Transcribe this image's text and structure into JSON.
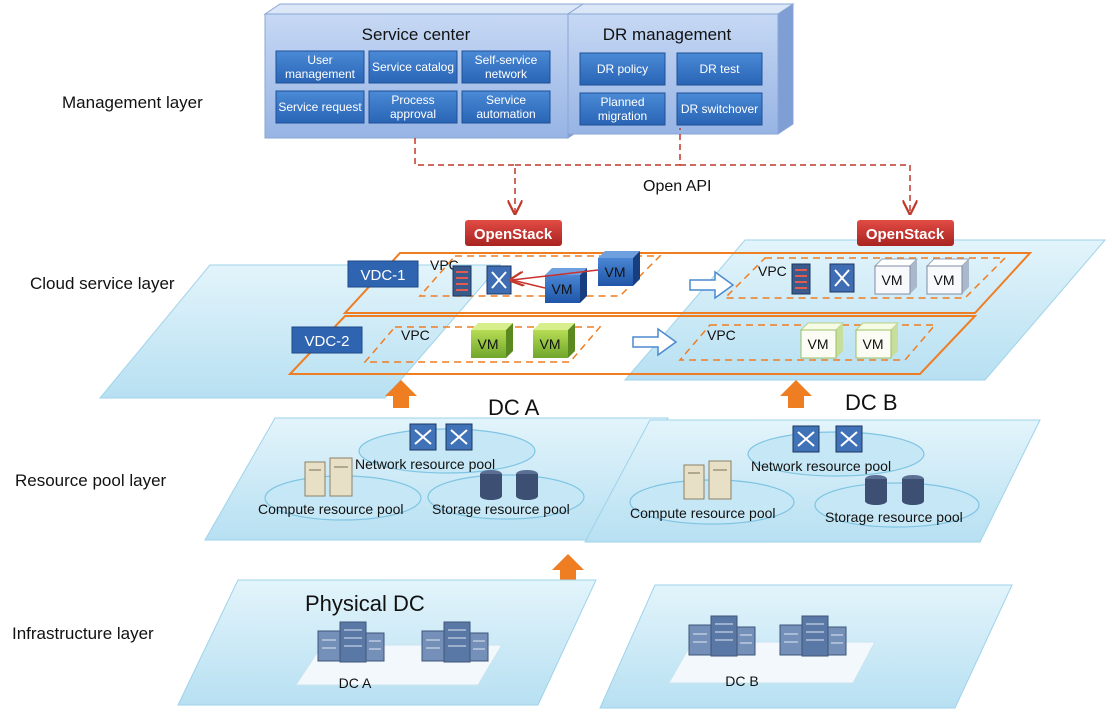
{
  "layers": {
    "management": "Management layer",
    "cloud_service": "Cloud service layer",
    "resource_pool": "Resource pool  layer",
    "infrastructure": "Infrastructure layer"
  },
  "service_center": {
    "title": "Service center",
    "items": [
      {
        "lines": [
          "User",
          "management"
        ]
      },
      {
        "lines": [
          "Service catalog"
        ]
      },
      {
        "lines": [
          "Self-service",
          "network"
        ]
      },
      {
        "lines": [
          "Service request"
        ]
      },
      {
        "lines": [
          "Process",
          "approval"
        ]
      },
      {
        "lines": [
          "Service",
          "automation"
        ]
      }
    ]
  },
  "dr_management": {
    "title": "DR management",
    "items": [
      {
        "lines": [
          "DR policy"
        ]
      },
      {
        "lines": [
          "DR test"
        ]
      },
      {
        "lines": [
          "Planned",
          "migration"
        ]
      },
      {
        "lines": [
          "DR switchover"
        ]
      }
    ]
  },
  "open_api": "Open API",
  "openstack": "OpenStack",
  "vdc1": "VDC-1",
  "vdc2": "VDC-2",
  "vpc": "VPC",
  "vm": "VM",
  "dc_a": "DC A",
  "dc_b": "DC B",
  "pools": {
    "network": "Network resource pool",
    "compute": "Compute resource pool",
    "storage": "Storage resource pool"
  },
  "physical_dc": "Physical DC",
  "dc_a_small": "DC A",
  "dc_b_small": "DC B",
  "colors": {
    "mgmt_panel": "#a9c3ec",
    "mgmt_button": "#2e6fc4",
    "platform": "#cdeaf7",
    "platform_edge": "#7fc4e2",
    "openstack": "#c8322f",
    "orange": "#ef7d22",
    "api_line": "#c0392b",
    "vdc": "#2f64b0"
  }
}
